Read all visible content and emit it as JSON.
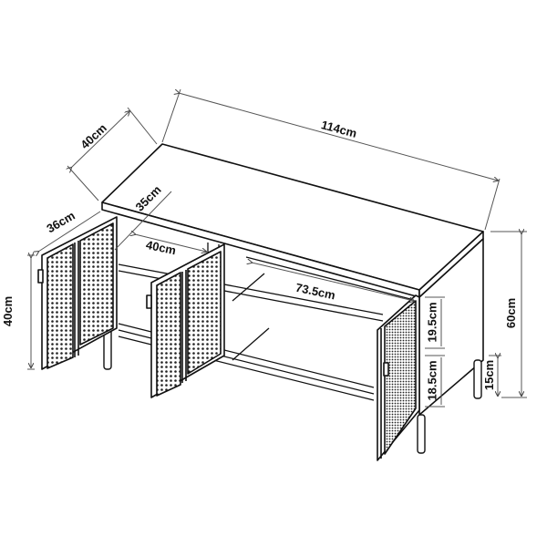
{
  "diagram": {
    "type": "dimensioned isometric line drawing",
    "subject": "TV cabinet / sideboard with perforated metal mesh doors, open shelves and four legs",
    "line_color": "#111111",
    "dimension_line_color": "#555555",
    "background": "#ffffff",
    "dimensions": {
      "overall_width": "114cm",
      "overall_depth": "40cm",
      "overall_height": "60cm",
      "leg_height": "15cm",
      "door_width": "36cm",
      "door_height": "40cm",
      "inner_depth": "35cm",
      "compartment_width": "40cm",
      "open_shelf_width": "73.5cm",
      "upper_shelf_height": "19.5cm",
      "lower_shelf_height": "18.5cm"
    },
    "components": [
      "top panel",
      "left door pair (open)",
      "middle door pair (open)",
      "right single door (open)",
      "open shelf",
      "bottom shelf",
      "legs x4",
      "door handles"
    ]
  }
}
